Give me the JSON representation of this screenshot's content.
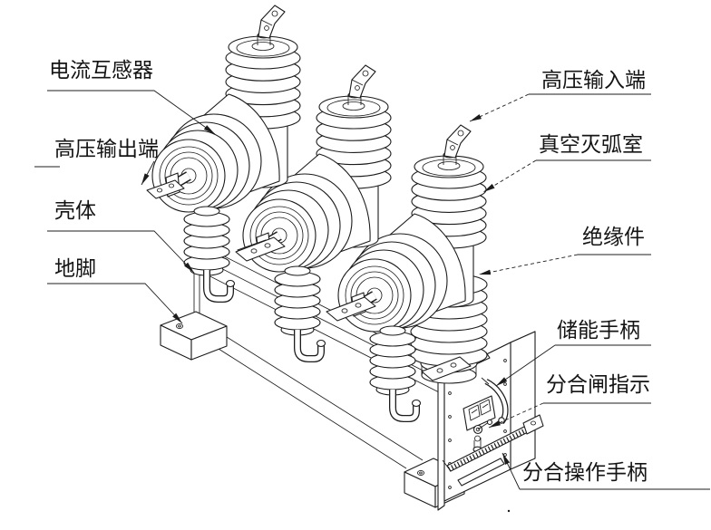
{
  "style": {
    "background": "#ffffff",
    "line_color": "#1c1c1c",
    "text_color": "#141414"
  },
  "callouts": {
    "left": [
      {
        "id": "current-transformer",
        "text": "电流互感器"
      },
      {
        "id": "hv-output-terminal",
        "text": "高压输出端"
      },
      {
        "id": "housing",
        "text": "壳体"
      },
      {
        "id": "mounting-foot",
        "text": "地脚"
      }
    ],
    "right": [
      {
        "id": "hv-input-terminal",
        "text": "高压输入端"
      },
      {
        "id": "vacuum-interrupter",
        "text": "真空灭弧室"
      },
      {
        "id": "insulator",
        "text": "绝缘件"
      },
      {
        "id": "charging-handle",
        "text": "储能手柄"
      },
      {
        "id": "open-close-indicator",
        "text": "分合闸指示"
      },
      {
        "id": "operating-handle",
        "text": "分合操作手柄"
      }
    ]
  }
}
